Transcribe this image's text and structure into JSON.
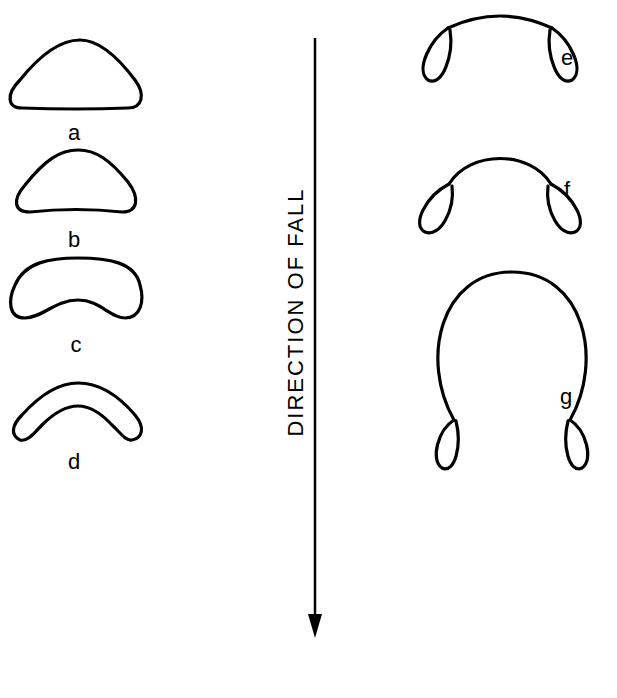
{
  "diagram": {
    "labels": [
      "a",
      "b",
      "c",
      "d",
      "DIRECTION OF FALL",
      "e",
      "f",
      "g"
    ]
  }
}
